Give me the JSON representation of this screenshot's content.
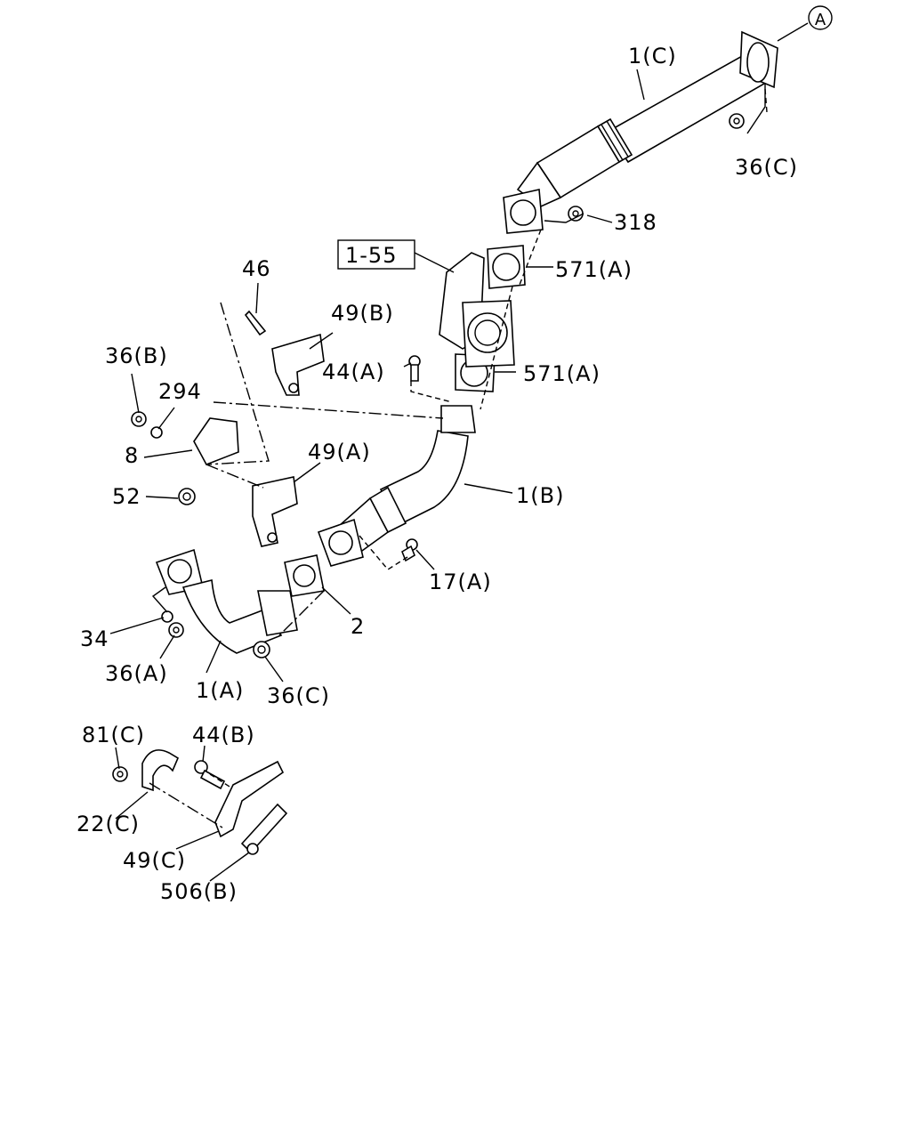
{
  "callouts": {
    "a_marker": "A",
    "p_1c": "1(C)",
    "p_36c_top": "36(C)",
    "p_318": "318",
    "p_1_55": "1-55",
    "p_571a_upper": "571(A)",
    "p_571a_lower": "571(A)",
    "p_46": "46",
    "p_49b": "49(B)",
    "p_36b": "36(B)",
    "p_44a": "44(A)",
    "p_294": "294",
    "p_8": "8",
    "p_49a": "49(A)",
    "p_52": "52",
    "p_1b": "1(B)",
    "p_17a": "17(A)",
    "p_2": "2",
    "p_34": "34",
    "p_36a": "36(A)",
    "p_1a": "1(A)",
    "p_36c_bottom": "36(C)",
    "p_81c": "81(C)",
    "p_44b": "44(B)",
    "p_22c": "22(C)",
    "p_49c": "49(C)",
    "p_506b": "506(B)"
  },
  "colors": {
    "ink": "#000000",
    "paper": "#ffffff"
  }
}
